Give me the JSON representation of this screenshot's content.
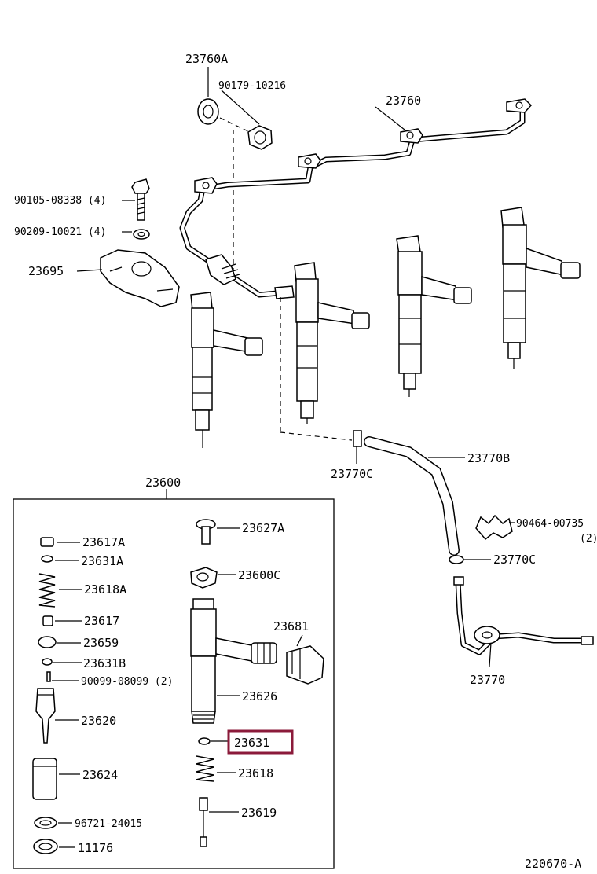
{
  "labels": {
    "p23760A": "23760A",
    "p90179_10216": "90179-10216",
    "p23760": "23760",
    "p90105_08338": "90105-08338 (4)",
    "p90209_10021": "90209-10021 (4)",
    "p23695": "23695",
    "p23770C_top": "23770C",
    "p23770B": "23770B",
    "p90464_00735": "90464-00735",
    "p90464_qty": "(2)",
    "p23770C_right": "23770C",
    "p23770": "23770",
    "p23600": "23600",
    "p23617A": "23617A",
    "p23631A": "23631A",
    "p23618A": "23618A",
    "p23617": "23617",
    "p23659": "23659",
    "p23631B": "23631B",
    "p90099_08099": "90099-08099 (2)",
    "p23620": "23620",
    "p23624": "23624",
    "p96721_24015": "96721-24015",
    "p11176": "11176",
    "p23627A": "23627A",
    "p23600C": "23600C",
    "p23681": "23681",
    "p23626": "23626",
    "p23631": "23631",
    "p23618": "23618",
    "p23619": "23619",
    "diagram_code": "220670-A"
  },
  "highlight": {
    "part": "23631",
    "color": "#8b1a3a"
  },
  "colors": {
    "line": "#000000",
    "background": "#ffffff"
  }
}
